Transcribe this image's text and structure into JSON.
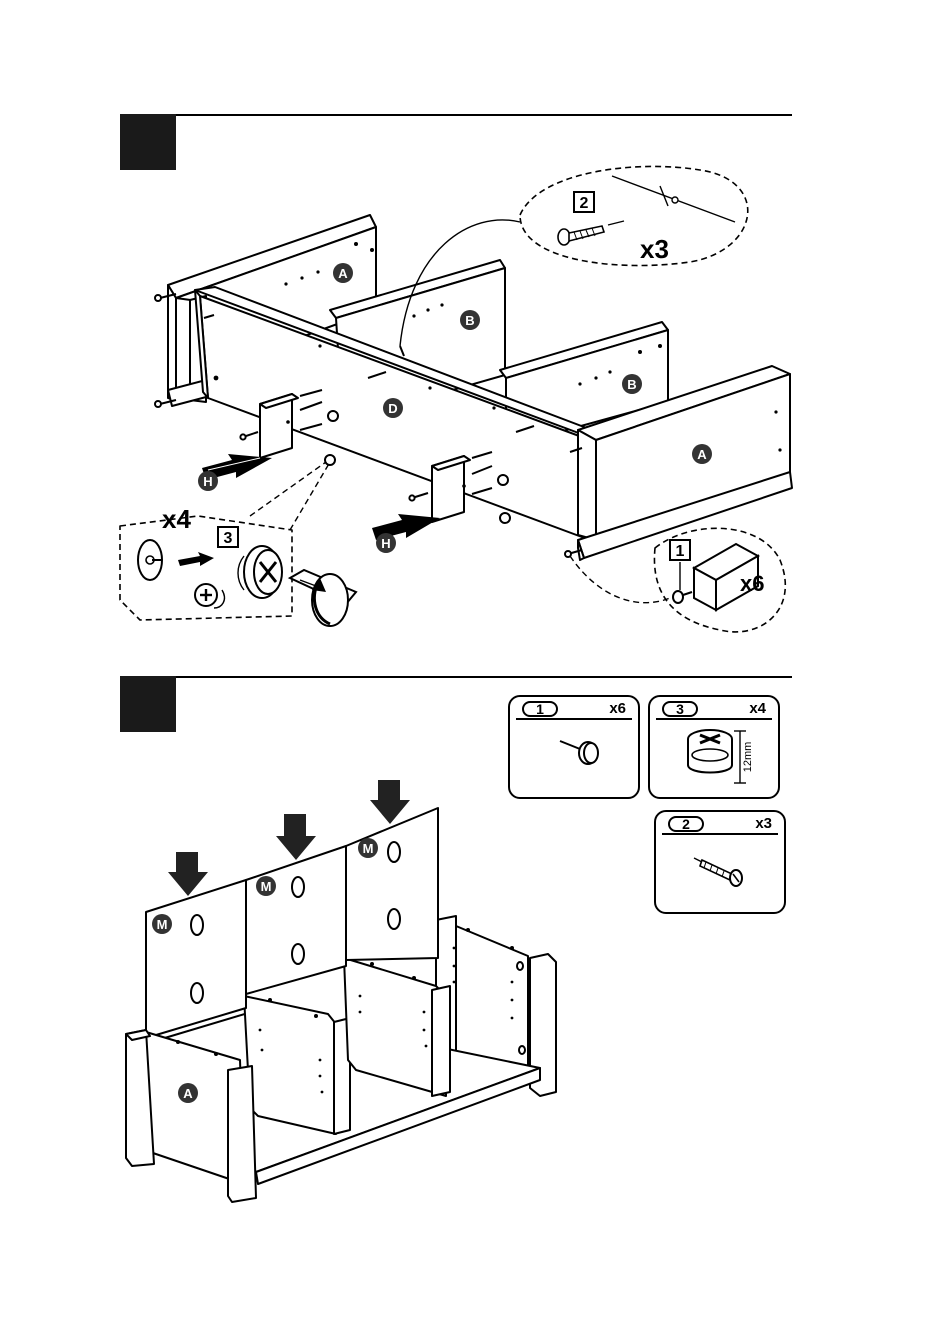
{
  "step1": {
    "callouts": {
      "screw": "2",
      "leg": "1",
      "cam": "3"
    },
    "quantities": {
      "screw": "x3",
      "leg": "x6",
      "cam": "x4"
    },
    "panel_labels": {
      "side_left": "A",
      "side_right": "A",
      "divider_back": "B",
      "divider_front": "B",
      "back": "D",
      "block_left": "H",
      "block_right": "H"
    }
  },
  "step2": {
    "panel_labels": {
      "side": "A",
      "front_left": "M",
      "front_mid": "M",
      "front_right": "M"
    }
  },
  "hardware": [
    {
      "number": "1",
      "quantity": "x6",
      "icon": "furniture-glide-icon"
    },
    {
      "number": "3",
      "quantity": "x4",
      "icon": "cam-lock-icon",
      "dimension": "12mm"
    },
    {
      "number": "2",
      "quantity": "x3",
      "icon": "screw-icon"
    }
  ]
}
